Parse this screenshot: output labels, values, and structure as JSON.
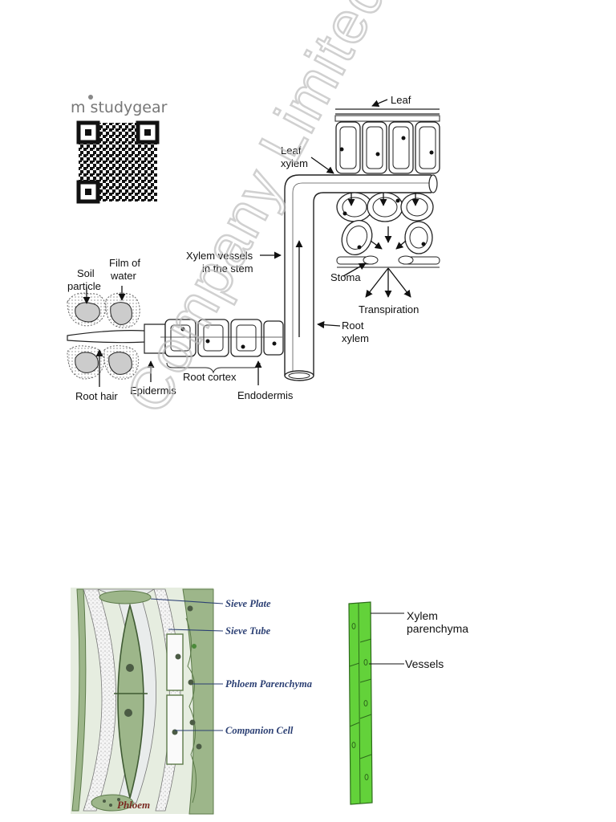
{
  "logo": {
    "text": "m studygear",
    "icon": "qr-code-icon"
  },
  "watermark": "Company Limited",
  "transport_diagram": {
    "labels": {
      "leaf": "Leaf",
      "leaf_xylem_1": "Leaf",
      "leaf_xylem_2": "xylem",
      "xylem_stem_1": "Xylem vessels",
      "xylem_stem_2": "in the stem",
      "soil_1": "Soil",
      "soil_2": "particle",
      "film_1": "Film of",
      "film_2": "water",
      "stoma": "Stoma",
      "transpiration": "Transpiration",
      "root_xylem_1": "Root",
      "root_xylem_2": "xylem",
      "root_cortex": "Root cortex",
      "root_hair": "Root hair",
      "epidermis": "Epidermis",
      "endodermis": "Endodermis"
    }
  },
  "phloem_diagram": {
    "labels": {
      "sieve_plate": "Sieve Plate",
      "sieve_tube": "Sieve Tube",
      "phloem_parenchyma": "Phloem Parenchyma",
      "companion_cell": "Companion Cell",
      "caption": "Phloem"
    },
    "colors": {
      "tissue": "#9db68a",
      "background": "#e6ede0"
    }
  },
  "xylem_diagram": {
    "labels": {
      "parenchyma_1": "Xylem",
      "parenchyma_2": "parenchyma",
      "vessels": "Vessels"
    },
    "colors": {
      "fill": "#63d23a",
      "outline": "#2e6b1c"
    }
  }
}
